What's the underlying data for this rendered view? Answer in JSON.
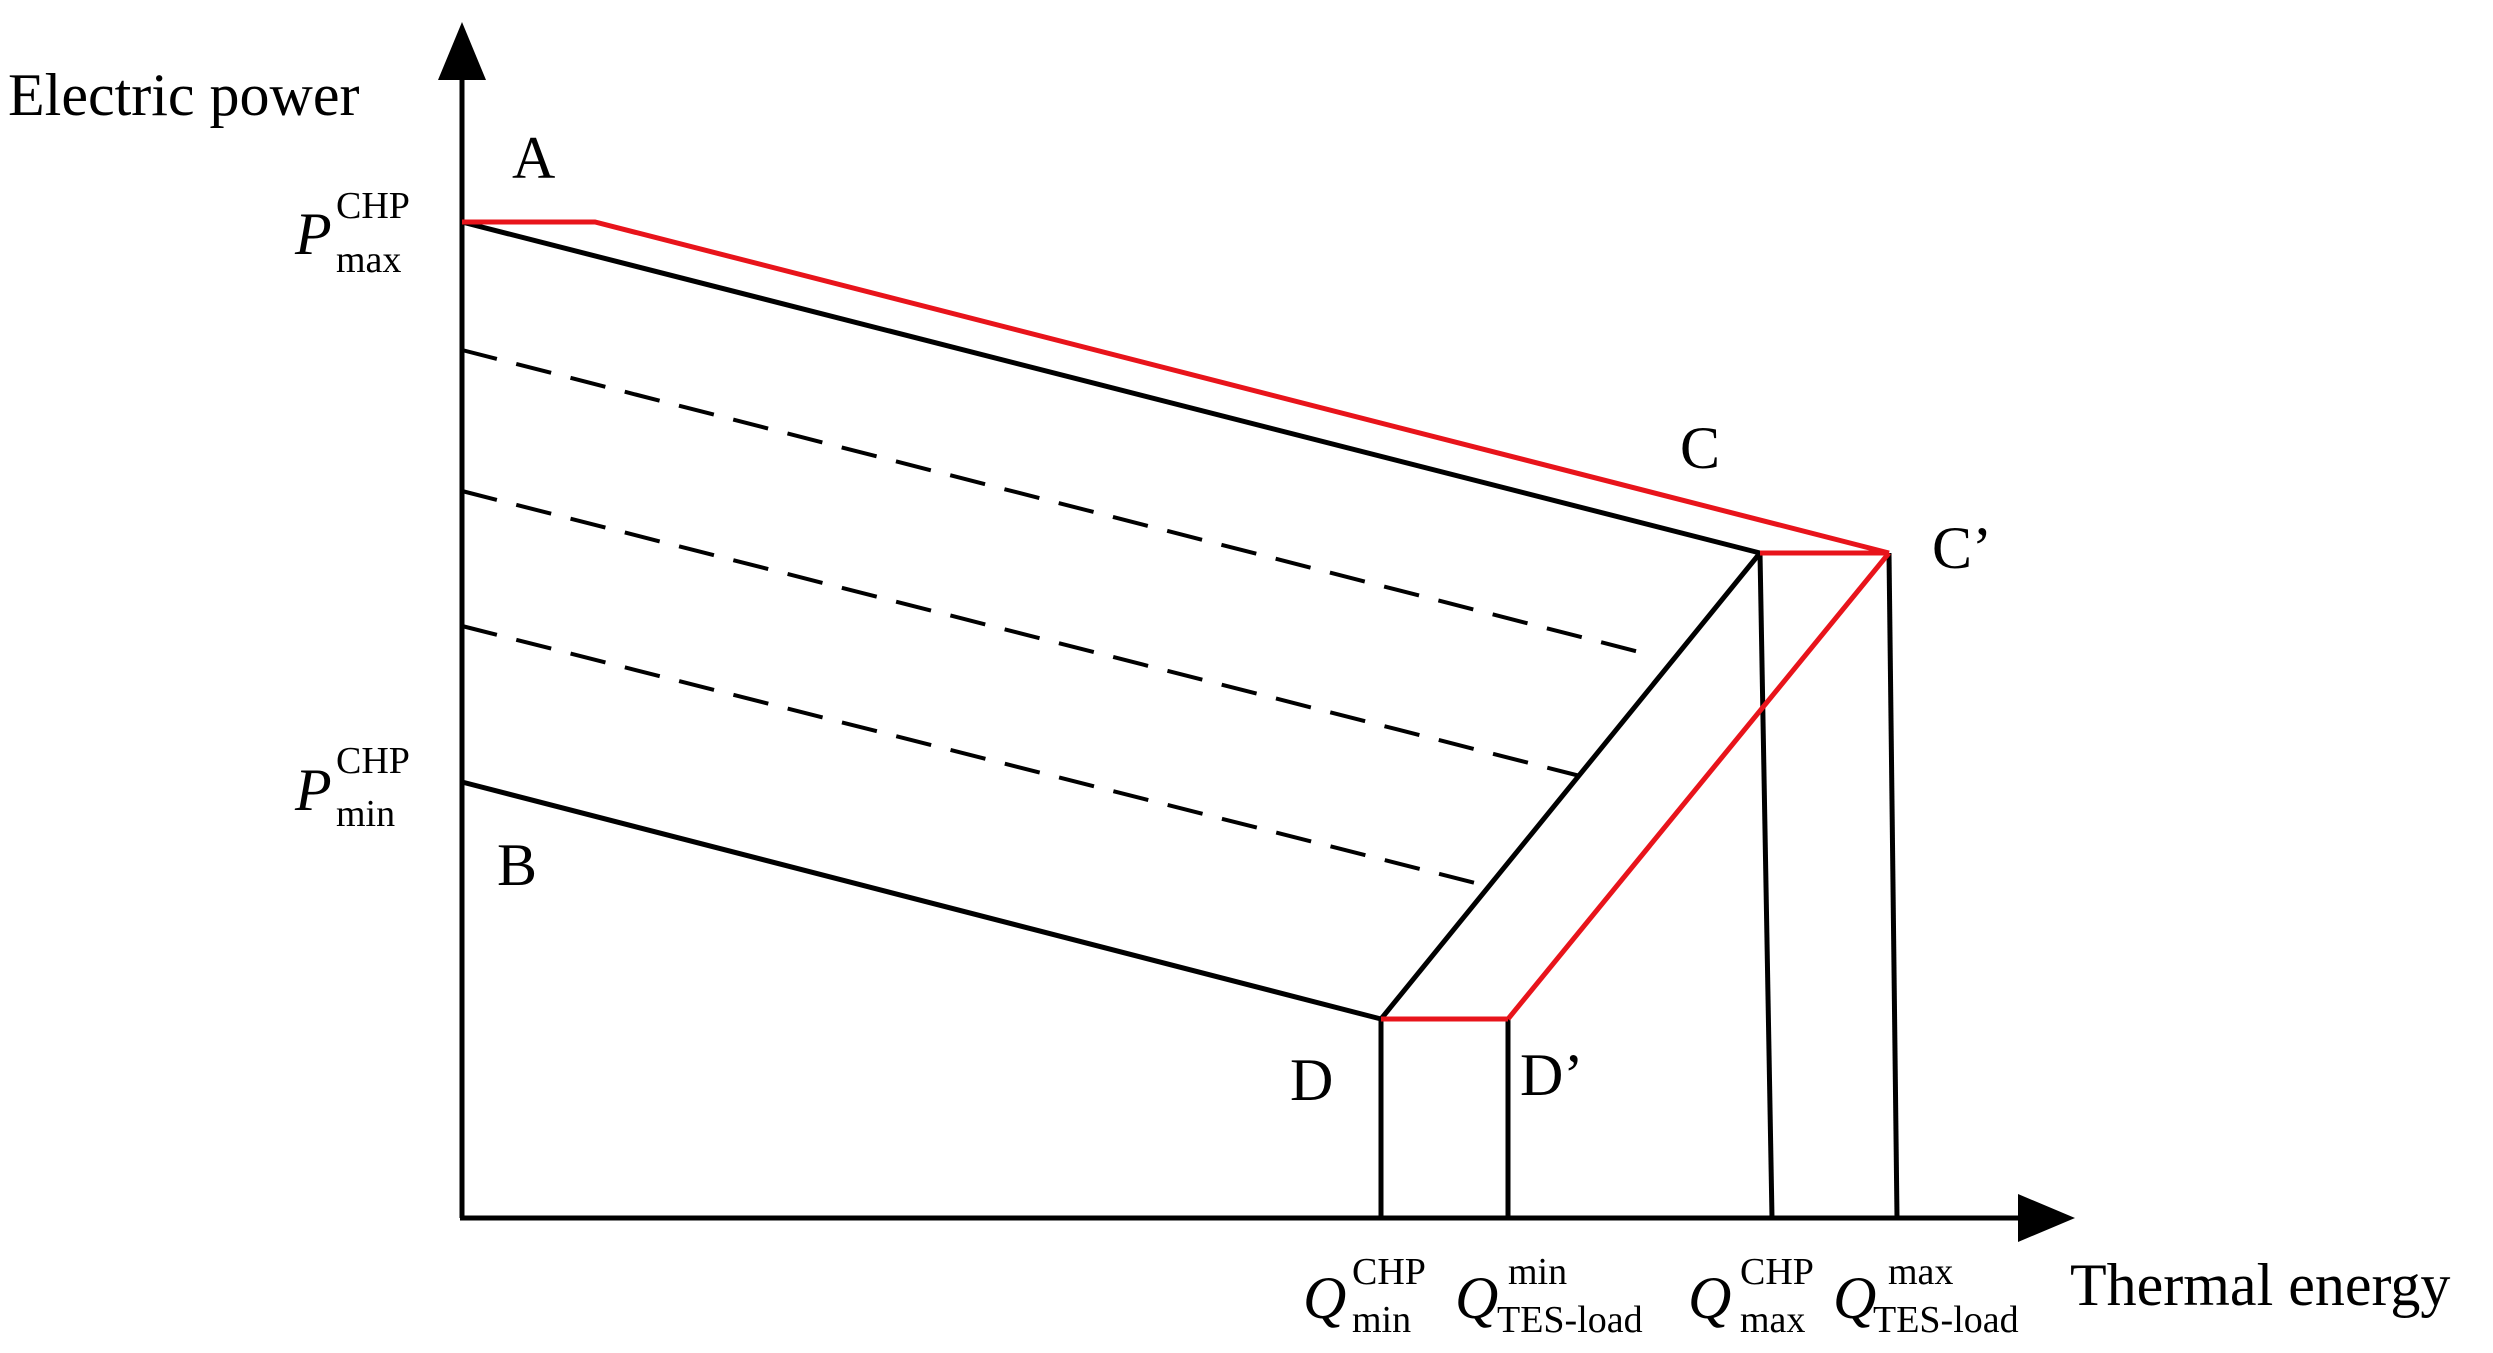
{
  "axes": {
    "y_label": "Electric power",
    "x_label": "Thermal energy"
  },
  "points": {
    "A": "A",
    "B": "B",
    "C": "C",
    "C_prime": "C’",
    "D": "D",
    "D_prime": "D’"
  },
  "y_ticks": {
    "p_max": {
      "symbol": "P",
      "sup": "CHP",
      "sub": "max"
    },
    "p_min": {
      "symbol": "P",
      "sup": "CHP",
      "sub": "min"
    }
  },
  "x_ticks": {
    "q_min_chp": {
      "symbol": "Q",
      "sup": "CHP",
      "sub": "min"
    },
    "q_min_tes": {
      "symbol": "Q",
      "sup": "min",
      "sub": "TES-load"
    },
    "q_max_chp": {
      "symbol": "Q",
      "sup": "CHP",
      "sub": "max"
    },
    "q_max_tes": {
      "symbol": "Q",
      "sup": "max",
      "sub": "TES-load"
    }
  },
  "colors": {
    "axis": "#000000",
    "original_region": "#000000",
    "extended_region": "#e8141b",
    "dashed": "#000000"
  }
}
